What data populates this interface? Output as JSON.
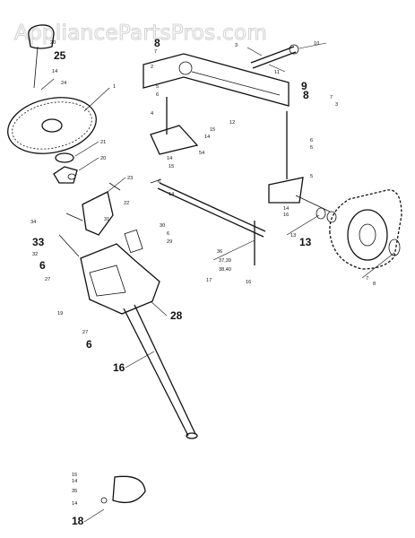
{
  "watermark": "AppliancePartsPros.com",
  "callouts": [
    {
      "id": "c20a",
      "text": "20",
      "size": "small"
    },
    {
      "id": "c25",
      "text": "25",
      "size": "large"
    },
    {
      "id": "c14a",
      "text": "14",
      "size": "small"
    },
    {
      "id": "c24",
      "text": "24",
      "size": "small"
    },
    {
      "id": "c1",
      "text": "1",
      "size": "small"
    },
    {
      "id": "c21",
      "text": "21",
      "size": "small"
    },
    {
      "id": "c20b",
      "text": "20",
      "size": "small"
    },
    {
      "id": "c23",
      "text": "23",
      "size": "small"
    },
    {
      "id": "c22",
      "text": "22",
      "size": "small"
    },
    {
      "id": "c34",
      "text": "34",
      "size": "small"
    },
    {
      "id": "c31",
      "text": "31",
      "size": "small"
    },
    {
      "id": "c33",
      "text": "33",
      "size": "large"
    },
    {
      "id": "c32",
      "text": "32",
      "size": "small"
    },
    {
      "id": "c6a",
      "text": "6",
      "size": "large"
    },
    {
      "id": "c27a",
      "text": "27",
      "size": "small"
    },
    {
      "id": "c30",
      "text": "30",
      "size": "small"
    },
    {
      "id": "c6b",
      "text": "6",
      "size": "small"
    },
    {
      "id": "c29",
      "text": "29",
      "size": "small"
    },
    {
      "id": "c19",
      "text": "19",
      "size": "small"
    },
    {
      "id": "c28",
      "text": "28",
      "size": "large"
    },
    {
      "id": "c27b",
      "text": "27",
      "size": "small"
    },
    {
      "id": "c6c",
      "text": "6",
      "size": "large"
    },
    {
      "id": "c16a",
      "text": "16",
      "size": "large"
    },
    {
      "id": "c15a",
      "text": "15",
      "size": "small"
    },
    {
      "id": "c14b",
      "text": "14",
      "size": "small"
    },
    {
      "id": "c35",
      "text": "35",
      "size": "small"
    },
    {
      "id": "c14c",
      "text": "14",
      "size": "small"
    },
    {
      "id": "c18",
      "text": "18",
      "size": "large"
    },
    {
      "id": "c8a",
      "text": "8",
      "size": "large"
    },
    {
      "id": "c7a",
      "text": "7",
      "size": "small"
    },
    {
      "id": "c3",
      "text": "3",
      "size": "small"
    },
    {
      "id": "c10",
      "text": "10",
      "size": "small"
    },
    {
      "id": "c11",
      "text": "11",
      "size": "small"
    },
    {
      "id": "c2",
      "text": "2",
      "size": "small"
    },
    {
      "id": "c5a",
      "text": "5",
      "size": "small"
    },
    {
      "id": "c6d",
      "text": "6",
      "size": "small"
    },
    {
      "id": "c9",
      "text": "9",
      "size": "large"
    },
    {
      "id": "c8b",
      "text": "8",
      "size": "large"
    },
    {
      "id": "c7b",
      "text": "7",
      "size": "small"
    },
    {
      "id": "c3b",
      "text": "3",
      "size": "small"
    },
    {
      "id": "c4",
      "text": "4",
      "size": "small"
    },
    {
      "id": "c15b",
      "text": "15",
      "size": "small"
    },
    {
      "id": "c14d",
      "text": "14",
      "size": "small"
    },
    {
      "id": "c12",
      "text": "12",
      "size": "small"
    },
    {
      "id": "c6e",
      "text": "6",
      "size": "small"
    },
    {
      "id": "c5b",
      "text": "5",
      "size": "small"
    },
    {
      "id": "c14e",
      "text": "14",
      "size": "small"
    },
    {
      "id": "c15c",
      "text": "15",
      "size": "small"
    },
    {
      "id": "c54",
      "text": "54",
      "size": "small"
    },
    {
      "id": "c14f",
      "text": "14",
      "size": "small"
    },
    {
      "id": "c6f",
      "text": "6",
      "size": "small"
    },
    {
      "id": "c5c",
      "text": "5",
      "size": "small"
    },
    {
      "id": "c14g",
      "text": "14",
      "size": "small"
    },
    {
      "id": "c16b",
      "text": "16",
      "size": "small"
    },
    {
      "id": "c36",
      "text": "36",
      "size": "small"
    },
    {
      "id": "c3739",
      "text": "37,39",
      "size": "small"
    },
    {
      "id": "c3840",
      "text": "38,40",
      "size": "small"
    },
    {
      "id": "c17",
      "text": "17",
      "size": "small"
    },
    {
      "id": "c16c",
      "text": "16",
      "size": "small"
    },
    {
      "id": "c13a",
      "text": "13",
      "size": "small"
    },
    {
      "id": "c13b",
      "text": "13",
      "size": "large"
    },
    {
      "id": "c7c",
      "text": "7",
      "size": "small"
    },
    {
      "id": "c8c",
      "text": "8",
      "size": "small"
    }
  ]
}
